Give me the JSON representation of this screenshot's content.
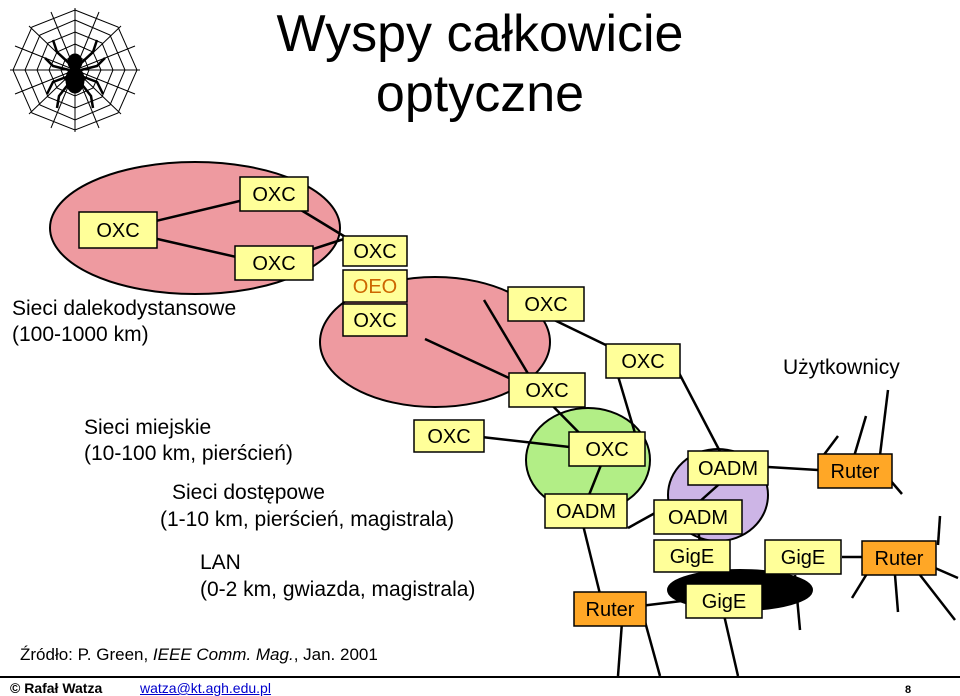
{
  "title": {
    "line1": "Wyspy całkowicie",
    "line2": "optyczne"
  },
  "labels": {
    "long_haul_1": "Sieci dalekodystansowe",
    "long_haul_2": "(100-1000 km)",
    "metro_1": "Sieci miejskie",
    "metro_2": "(10-100 km, pierścień)",
    "access_1": "Sieci dostępowe",
    "access_2": "(1-10 km, pierścień, magistrala)",
    "lan_1": "LAN",
    "lan_2": "(0-2 km, gwiazda, magistrala)",
    "users": "Użytkownicy"
  },
  "nodes": [
    {
      "label": "OXC",
      "text_color": "#000000"
    },
    {
      "label": "OXC",
      "text_color": "#000000"
    },
    {
      "label": "OXC",
      "text_color": "#000000"
    },
    {
      "label": "OXC",
      "text_color": "#000000"
    },
    {
      "label": "OEO",
      "text_color": "#cc6600"
    },
    {
      "label": "OXC",
      "text_color": "#000000"
    },
    {
      "label": "OXC",
      "text_color": "#000000"
    },
    {
      "label": "OXC",
      "text_color": "#000000"
    },
    {
      "label": "OXC",
      "text_color": "#000000"
    },
    {
      "label": "OXC",
      "text_color": "#000000"
    },
    {
      "label": "OXC",
      "text_color": "#000000"
    },
    {
      "label": "OADM",
      "text_color": "#000000"
    },
    {
      "label": "OADM",
      "text_color": "#000000"
    },
    {
      "label": "OADM",
      "text_color": "#000000"
    },
    {
      "label": "GigE",
      "text_color": "#000000"
    },
    {
      "label": "GigE",
      "text_color": "#000000"
    },
    {
      "label": "GigE",
      "text_color": "#000000"
    },
    {
      "label": "Ruter",
      "text_color": "#000000"
    },
    {
      "label": "Ruter",
      "text_color": "#000000"
    },
    {
      "label": "Ruter",
      "text_color": "#000000"
    }
  ],
  "colors": {
    "long_haul_region": "#ee9aa0",
    "metro_region": "#b2ee86",
    "access_region": "#cdb5e6",
    "lan_region": "#000000",
    "node_box": "#ffff99",
    "router_box": "#ffa726",
    "link": "#000000"
  },
  "source": {
    "prefix": "Źródło: P. Green, ",
    "journal": "IEEE Comm. Mag.",
    "suffix": ", Jan. 2001"
  },
  "footer": {
    "author": "© Rafał Watza",
    "email": "watza@kt.agh.edu.pl",
    "page": "8"
  },
  "icons": {
    "logo": "spider-web-icon"
  }
}
